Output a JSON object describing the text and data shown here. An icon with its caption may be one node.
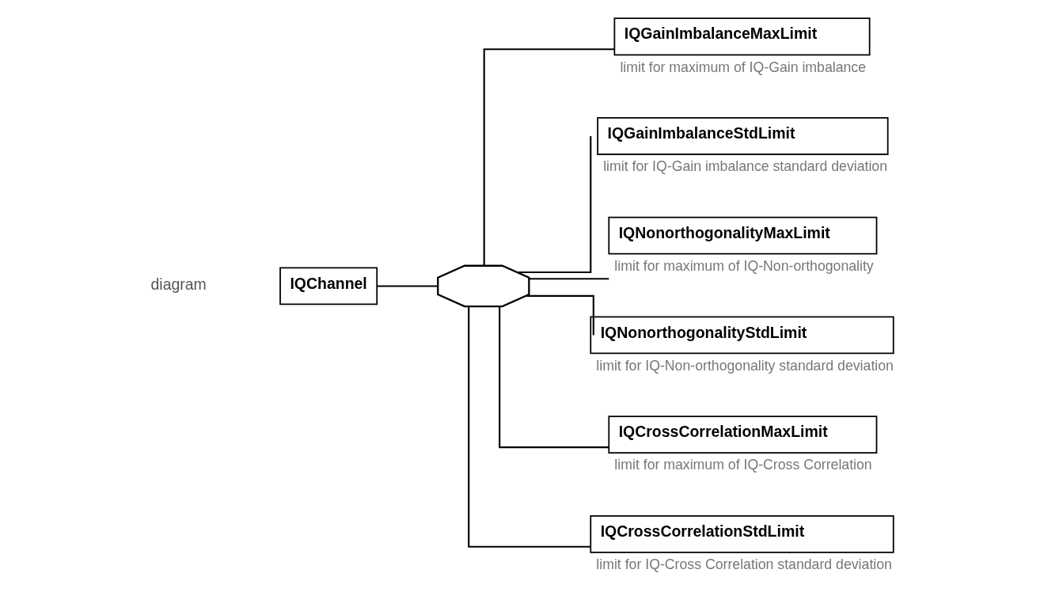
{
  "diagram": {
    "nodes": [
      {
        "text": [
          "IQChannel"
        ]
      },
      {
        "text": [],
        "shape": "octagon"
      },
      {
        "text": [
          "IQGainImbalanceMaxLimit"
        ],
        "beside": [
          "limit for maximum of IQ-Gain imbalance"
        ]
      },
      {
        "text": [
          "IQGainImbalanceStdLimit"
        ],
        "beside": [
          "limit for IQ-Gain imbalance standard deviation"
        ]
      },
      {
        "text": [
          "IQNonorthogonalityMaxLimit"
        ],
        "beside": [
          "limit for maximum of IQ-Non-orthogonality"
        ]
      },
      {
        "text": [
          "IQNonorthogonalityStdLimit"
        ],
        "beside": [
          "limit for IQ-Non-orthogonality standard deviation"
        ]
      },
      {
        "text": [
          "IQCrossCorrelationMaxLimit"
        ],
        "beside": [
          "limit for maximum of IQ-Cross Correlation"
        ]
      },
      {
        "text": [
          "IQCrossCorrelationStdLimit"
        ],
        "beside": [
          "limit for IQ-Cross Correlation standard deviation"
        ]
      }
    ],
    "edges": [
      {
        "from": 0,
        "to": 1,
        "arrow": "none"
      },
      {
        "from": 1,
        "to": 2,
        "arrow": "none"
      },
      {
        "from": 1,
        "to": 3,
        "arrow": "none"
      },
      {
        "from": 1,
        "to": 4,
        "arrow": "none"
      },
      {
        "from": 1,
        "to": 5,
        "arrow": "none"
      },
      {
        "from": 1,
        "to": 6,
        "arrow": "none"
      },
      {
        "from": 1,
        "to": 7,
        "arrow": "none"
      }
    ],
    "labels": [
      "diagram"
    ]
  }
}
